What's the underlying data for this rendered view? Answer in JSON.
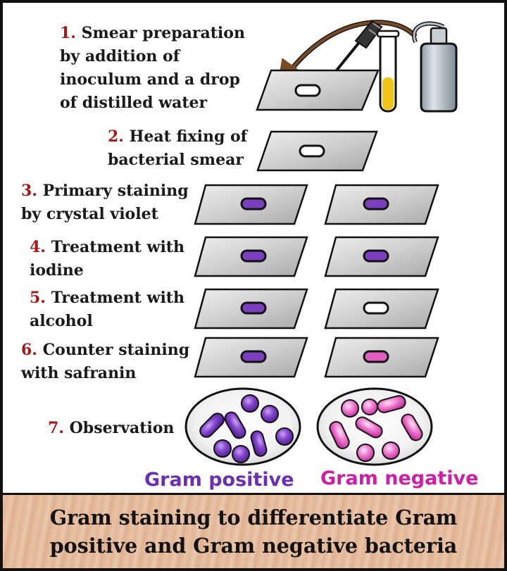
{
  "steps": [
    {
      "num": "1.",
      "lines": [
        "Smear preparation",
        "by addition of",
        "inoculum and a drop",
        "of distilled water"
      ]
    },
    {
      "num": "2.",
      "lines": [
        "Heat fixing of",
        "bacterial smear"
      ]
    },
    {
      "num": "3.",
      "lines": [
        "Primary staining",
        "by crystal violet"
      ]
    },
    {
      "num": "4.",
      "lines": [
        "Treatment with",
        "iodine"
      ]
    },
    {
      "num": "5.",
      "lines": [
        "Treatment with",
        "alcohol"
      ]
    },
    {
      "num": "6.",
      "lines": [
        "Counter staining",
        "with safranin"
      ]
    },
    {
      "num": "7.",
      "lines": [
        "Observation"
      ]
    }
  ],
  "labels": {
    "gram_positive": "Gram positive",
    "gram_negative": "Gram negative"
  },
  "footer": {
    "line1": "Gram staining to differentiate Gram",
    "line2": "positive and Gram negative bacteria"
  },
  "colors": {
    "purple": "#7a3fbf",
    "pink": "#e25ec2",
    "clear_smear": "#ffffff",
    "slide": "#c9c9c9",
    "arrow": "#7a4a25",
    "tube_liquid": "#f0c419"
  },
  "icons": [
    "inoculating-loop-icon",
    "test-tube-icon",
    "wash-bottle-icon",
    "glass-slide-icon",
    "petri-view-icon"
  ]
}
